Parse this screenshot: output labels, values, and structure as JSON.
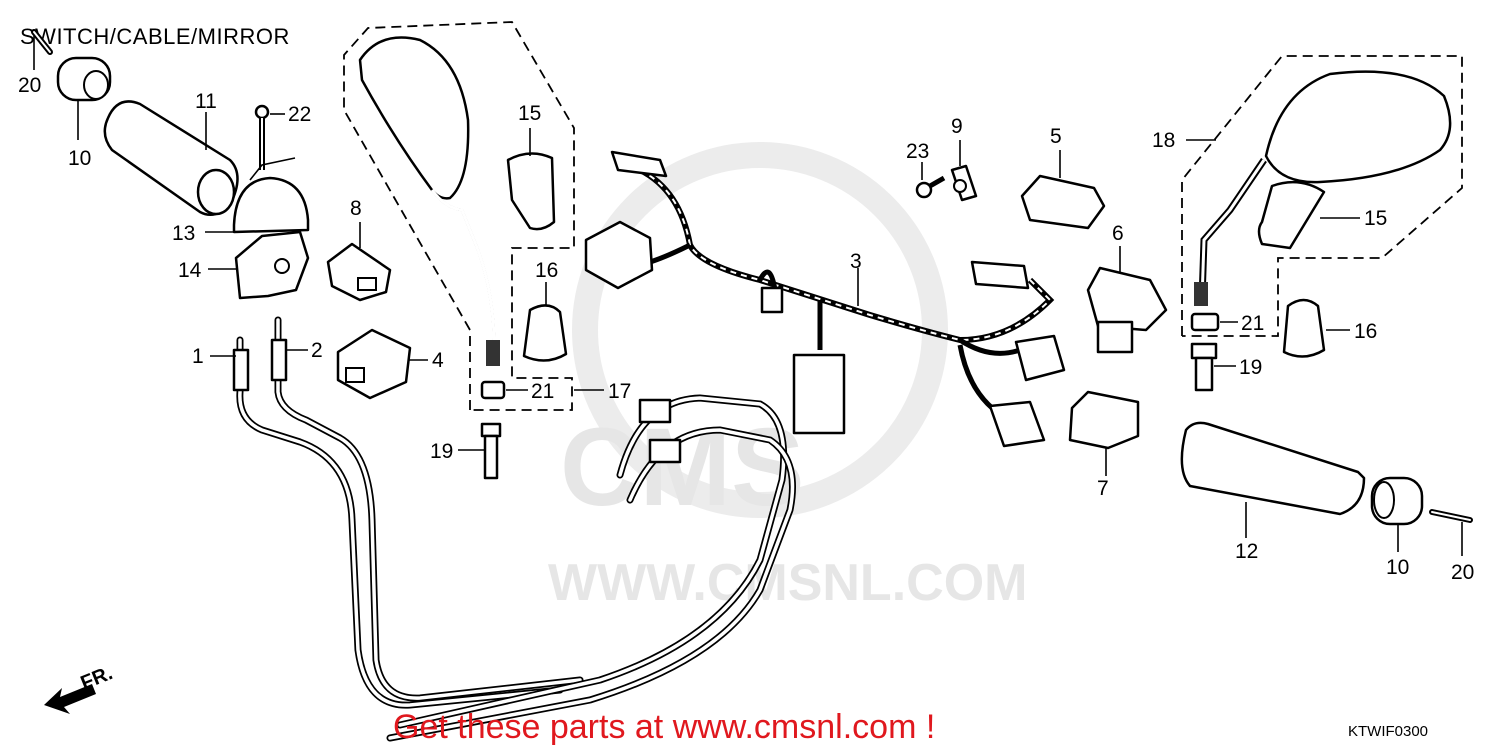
{
  "title": "SWITCH/CABLE/MIRROR",
  "diagram_code": "KTWIF0300",
  "promo_text": "Get these parts at www.cmsnl.com !",
  "watermark": {
    "logo_text": "CMS",
    "url_text": "WWW.CMSNL.COM"
  },
  "front_marker": "FR.",
  "colors": {
    "promo": "#e0181e",
    "watermark": "#e6e6e6",
    "line": "#000000"
  },
  "callouts": {
    "c1": "1",
    "c2": "2",
    "c3": "3",
    "c4": "4",
    "c5": "5",
    "c6": "6",
    "c7": "7",
    "c8": "8",
    "c9": "9",
    "c10_left": "10",
    "c10_right": "10",
    "c11": "11",
    "c12": "12",
    "c13": "13",
    "c14": "14",
    "c15_left": "15",
    "c15_right": "15",
    "c16_left": "16",
    "c16_right": "16",
    "c17": "17",
    "c18": "18",
    "c19_left": "19",
    "c19_right": "19",
    "c20_left": "20",
    "c20_right": "20",
    "c21_left": "21",
    "c21_right": "21",
    "c22": "22",
    "c23": "23"
  }
}
